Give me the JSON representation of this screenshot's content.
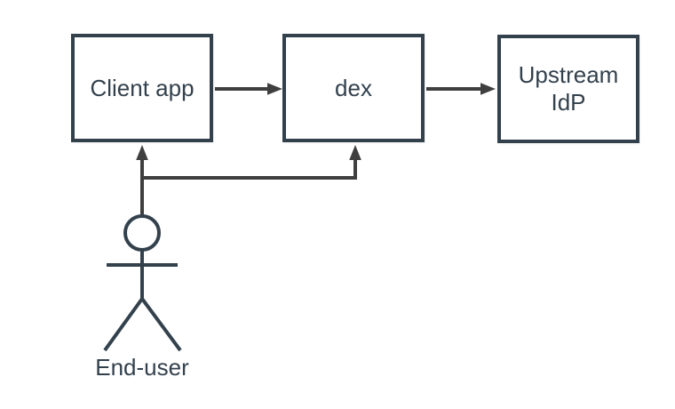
{
  "diagram": {
    "nodes": [
      {
        "id": "client-app",
        "label": "Client app"
      },
      {
        "id": "dex",
        "label": "dex"
      },
      {
        "id": "upstream-idp",
        "label": "Upstream\nIdP"
      }
    ],
    "actor": {
      "label": "End-user"
    },
    "connections": [
      {
        "from": "client-app",
        "to": "dex"
      },
      {
        "from": "dex",
        "to": "upstream-idp"
      },
      {
        "from": "end-user",
        "to": "client-app"
      },
      {
        "from": "end-user",
        "to": "dex"
      }
    ],
    "colors": {
      "background": "#ffffff",
      "node_fill": "#ffffff",
      "node_stroke": "#33414d",
      "text": "#33414d",
      "connector": "#3f3f3f"
    }
  }
}
